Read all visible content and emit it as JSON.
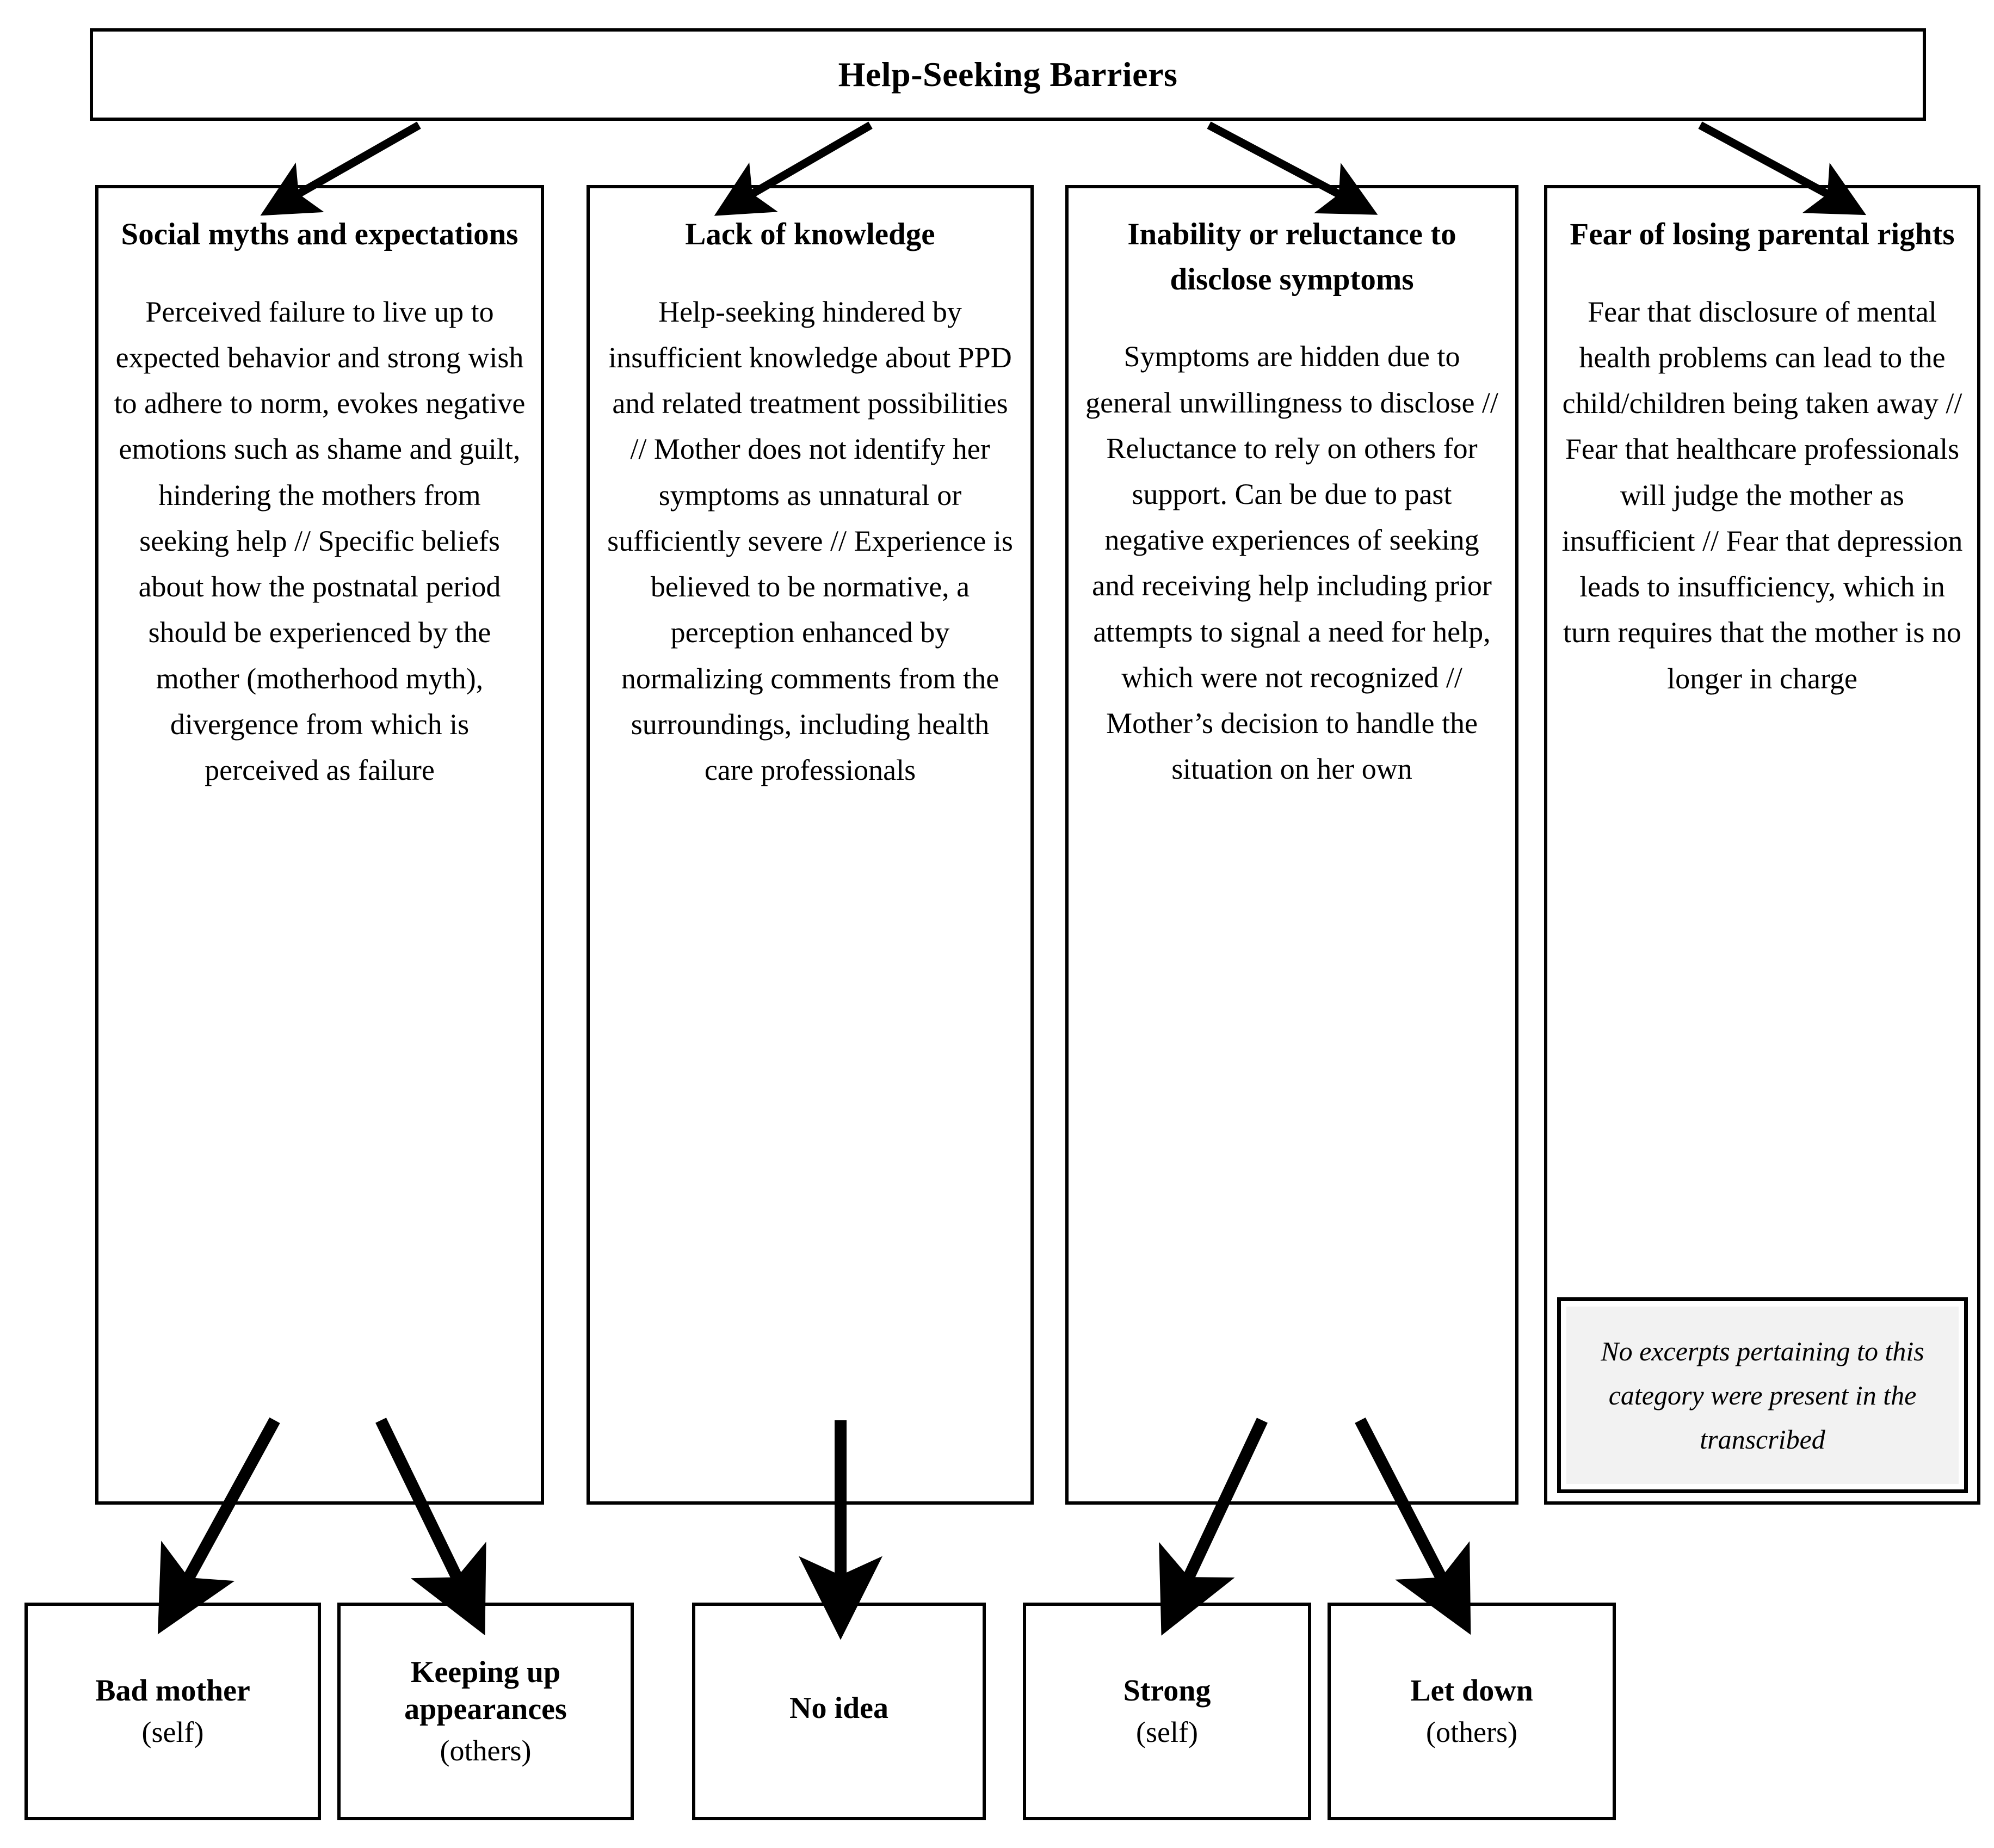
{
  "diagram": {
    "title": "Help-Seeking Barriers",
    "columns": [
      {
        "heading": "Social myths and expectations",
        "body": "Perceived failure to live up to expected behavior and strong wish to adhere to norm, evokes negative emotions such as shame and guilt, hindering the mothers from seeking help // Specific beliefs about how the postnatal period should be experienced by the mother (motherhood myth), divergence from which is perceived as failure"
      },
      {
        "heading": "Lack of knowledge",
        "body": "Help-seeking hindered by insufficient knowledge about PPD and related treatment possibilities // Mother does not identify her symptoms as unnatural or sufficiently severe // Experience is believed to be normative, a perception enhanced by normalizing comments from the surroundings, including health care professionals"
      },
      {
        "heading": "Inability or reluctance to disclose symptoms",
        "body": "Symptoms are hidden due to general unwillingness to disclose // Reluctance to rely on others for support. Can be due to past negative experiences of seeking and receiving help including prior attempts to signal a need for help, which were not recognized // Mother’s decision to handle the situation on her own"
      },
      {
        "heading": "Fear of losing parental rights",
        "body": "Fear that disclosure of mental health problems can lead to the child/children being taken away // Fear that healthcare professionals will judge the mother as insufficient // Fear that depression leads to insufficiency, which in turn requires that the mother is no longer in charge"
      }
    ],
    "note": {
      "text": "No excerpts pertaining to this category were present in the transcribed",
      "background_color": "#f2f2f2"
    },
    "outcomes": [
      {
        "title": "Bad mother",
        "subtitle": "(self)"
      },
      {
        "title": "Keeping up appearances",
        "subtitle": "(others)"
      },
      {
        "title": "No idea",
        "subtitle": ""
      },
      {
        "title": "Strong",
        "subtitle": "(self)"
      },
      {
        "title": "Let down",
        "subtitle": "(others)"
      }
    ],
    "colors": {
      "line": "#000000",
      "background": "#ffffff",
      "note_fill": "#f2f2f2"
    }
  }
}
